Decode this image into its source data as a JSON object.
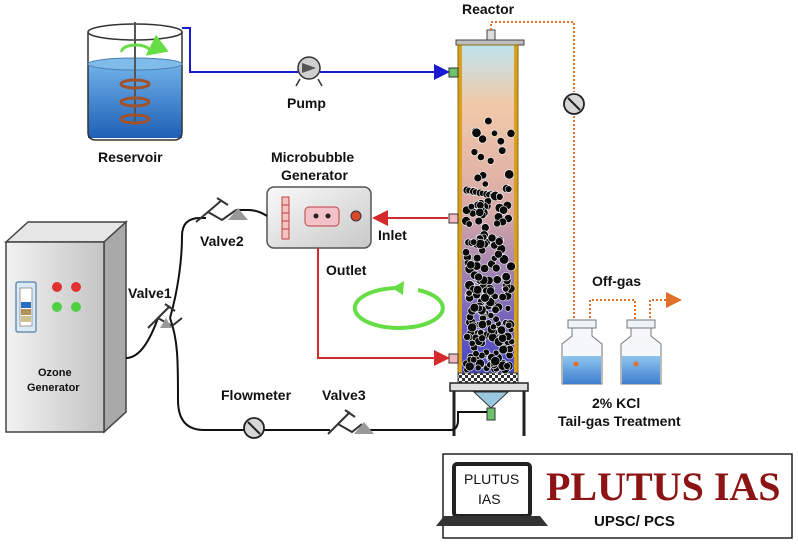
{
  "labels": {
    "reactor": "Reactor",
    "reservoir": "Reservoir",
    "pump": "Pump",
    "microbubble_line1": "Microbubble",
    "microbubble_line2": "Generator",
    "valve1": "Valve1",
    "valve2": "Valve2",
    "valve3": "Valve3",
    "inlet": "Inlet",
    "outlet": "Outlet",
    "ozone_line1": "Ozone",
    "ozone_line2": "Generator",
    "flowmeter": "Flowmeter",
    "offgas": "Off-gas",
    "kcl": "2% KCl",
    "tailgas": "Tail-gas Treatment"
  },
  "logo": {
    "screen_line1": "PLUTUS",
    "screen_line2": "IAS",
    "title": "PLUTUS IAS",
    "subtitle": "UPSC/ PCS"
  },
  "colors": {
    "water_line": "#1a1ad0",
    "inlet_line": "#d42a2a",
    "gas_line": "#111111",
    "offgas_line": "#e0702a",
    "circulation_arrow": "#66dd44",
    "logo_red": "#8c1414"
  }
}
